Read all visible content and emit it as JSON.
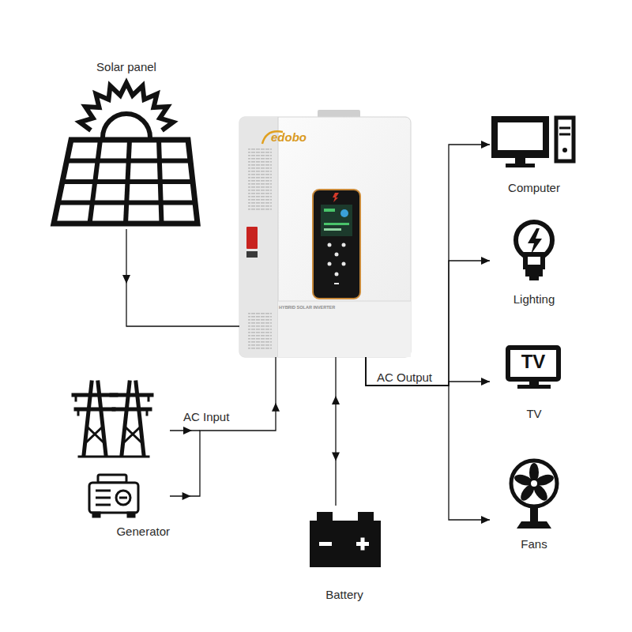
{
  "diagram": {
    "nodes": [
      {
        "text": [
          "Solar panel"
        ]
      },
      {
        "text": [
          "edobo",
          "HYBRID SOLAR INVERTER"
        ]
      },
      {
        "text": [
          "Computer"
        ]
      },
      {
        "text": [
          "Lighting"
        ]
      },
      {
        "text": [
          "TV",
          "TV"
        ]
      },
      {
        "text": [
          "Fans"
        ]
      },
      {
        "text": [
          "Generator"
        ]
      },
      {
        "text": [
          "Battery"
        ]
      }
    ],
    "edges": [
      {
        "from": 0,
        "to": 1,
        "arrow": "to"
      },
      {
        "from": 6,
        "to": 1,
        "label": "AC Input",
        "arrow": "to"
      },
      {
        "from": 1,
        "to": 7,
        "arrow": "both"
      },
      {
        "from": 1,
        "to": 2,
        "label": "AC Output",
        "arrow": "to"
      },
      {
        "from": 1,
        "to": 3,
        "arrow": "to"
      },
      {
        "from": 1,
        "to": 4,
        "arrow": "to"
      },
      {
        "from": 1,
        "to": 5,
        "arrow": "to"
      }
    ]
  }
}
